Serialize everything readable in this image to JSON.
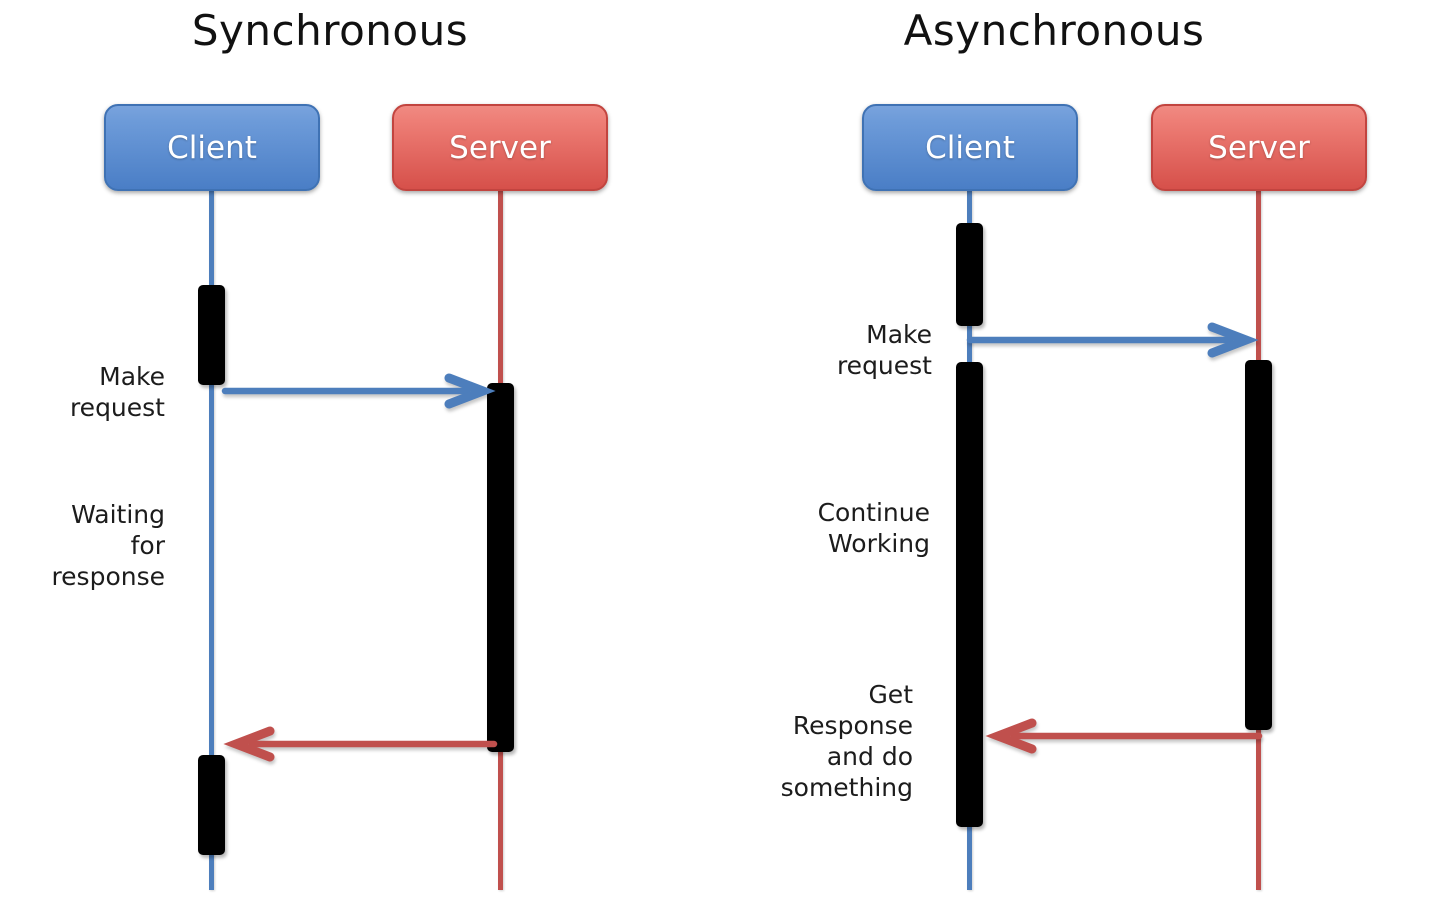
{
  "sync": {
    "title": "Synchronous",
    "client_label": "Client",
    "server_label": "Server",
    "labels": {
      "make_request": "Make\nrequest",
      "waiting": "Waiting\nfor\nresponse"
    }
  },
  "async": {
    "title": "Asynchronous",
    "client_label": "Client",
    "server_label": "Server",
    "labels": {
      "make_request": "Make\nrequest",
      "continue_working": "Continue\nWorking",
      "get_response": "Get\nResponse\nand do\nsomething"
    }
  },
  "colors": {
    "client_blue_line": "#4d7ebc",
    "server_red_line": "#c0504d",
    "client_box_gradient_top": "#79a3dd",
    "client_box_gradient_bottom": "#4a7ec6",
    "client_box_border": "#3f72b4",
    "server_box_gradient_top": "#f08a82",
    "server_box_gradient_bottom": "#d6504a",
    "server_box_border": "#c2443f",
    "activation_bar": "#000000",
    "label_text": "#1c1c1c",
    "title_text": "#111111",
    "background": "#ffffff"
  }
}
